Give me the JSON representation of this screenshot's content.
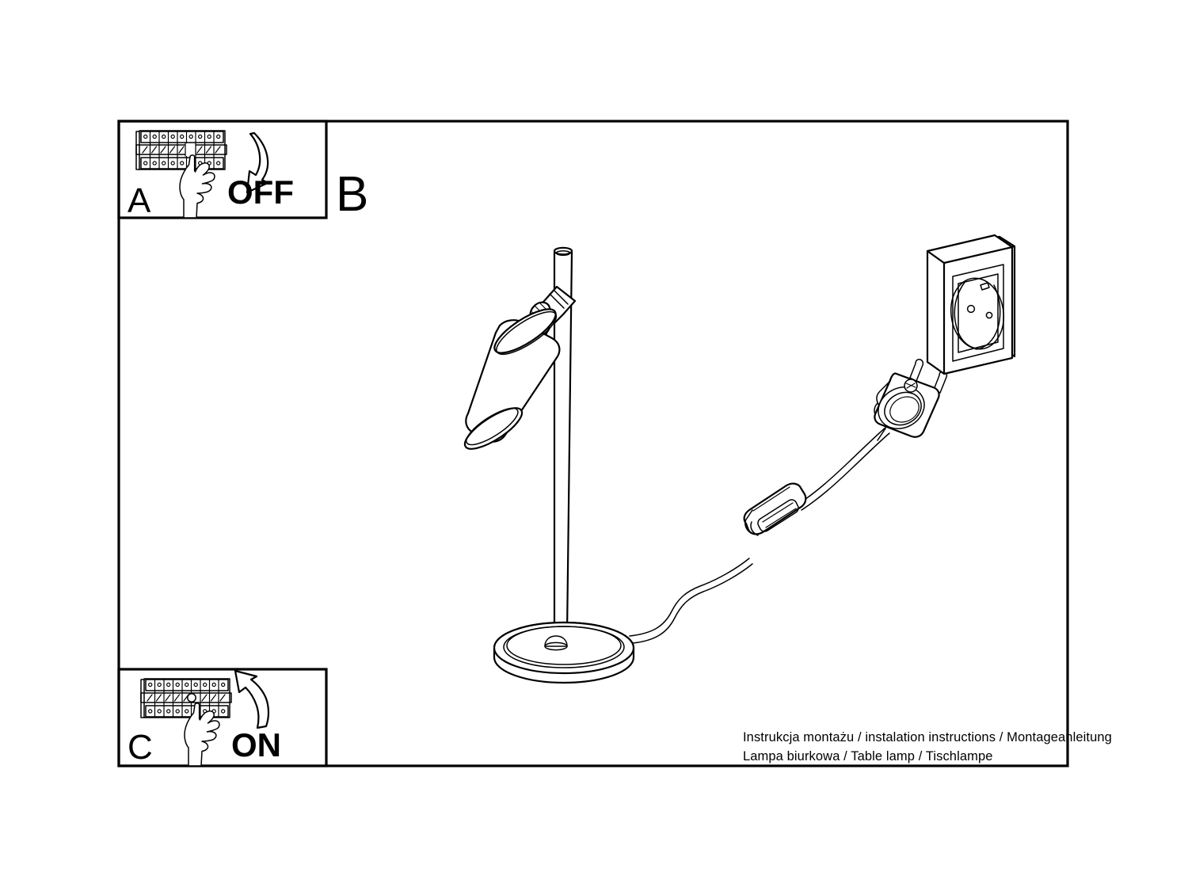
{
  "document": {
    "type": "assembly-instruction-sheet",
    "caption_line_1": "Instrukcja montażu / instalation instructions / Montageanleitung",
    "caption_line_2": "Lampa biurkowa / Table lamp / Tischlampe"
  },
  "panels": {
    "a": {
      "label": "A",
      "action_label": "OFF",
      "icon_breaker": "circuit-breaker-panel-icon",
      "icon_hand": "hand-pointing-finger-icon",
      "icon_arrow": "curved-arrow-down-icon",
      "modules": 9
    },
    "b": {
      "label": "B",
      "icon_lamp": "table-lamp-icon",
      "icon_switch": "inline-cord-switch-icon",
      "icon_plug": "power-plug-icon",
      "icon_socket": "wall-socket-icon"
    },
    "c": {
      "label": "C",
      "action_label": "ON",
      "icon_breaker": "circuit-breaker-panel-icon",
      "icon_hand": "hand-pointing-finger-icon",
      "icon_arrow": "curved-arrow-up-icon",
      "modules": 9
    }
  },
  "colors": {
    "line": "#000000",
    "background": "#ffffff"
  }
}
